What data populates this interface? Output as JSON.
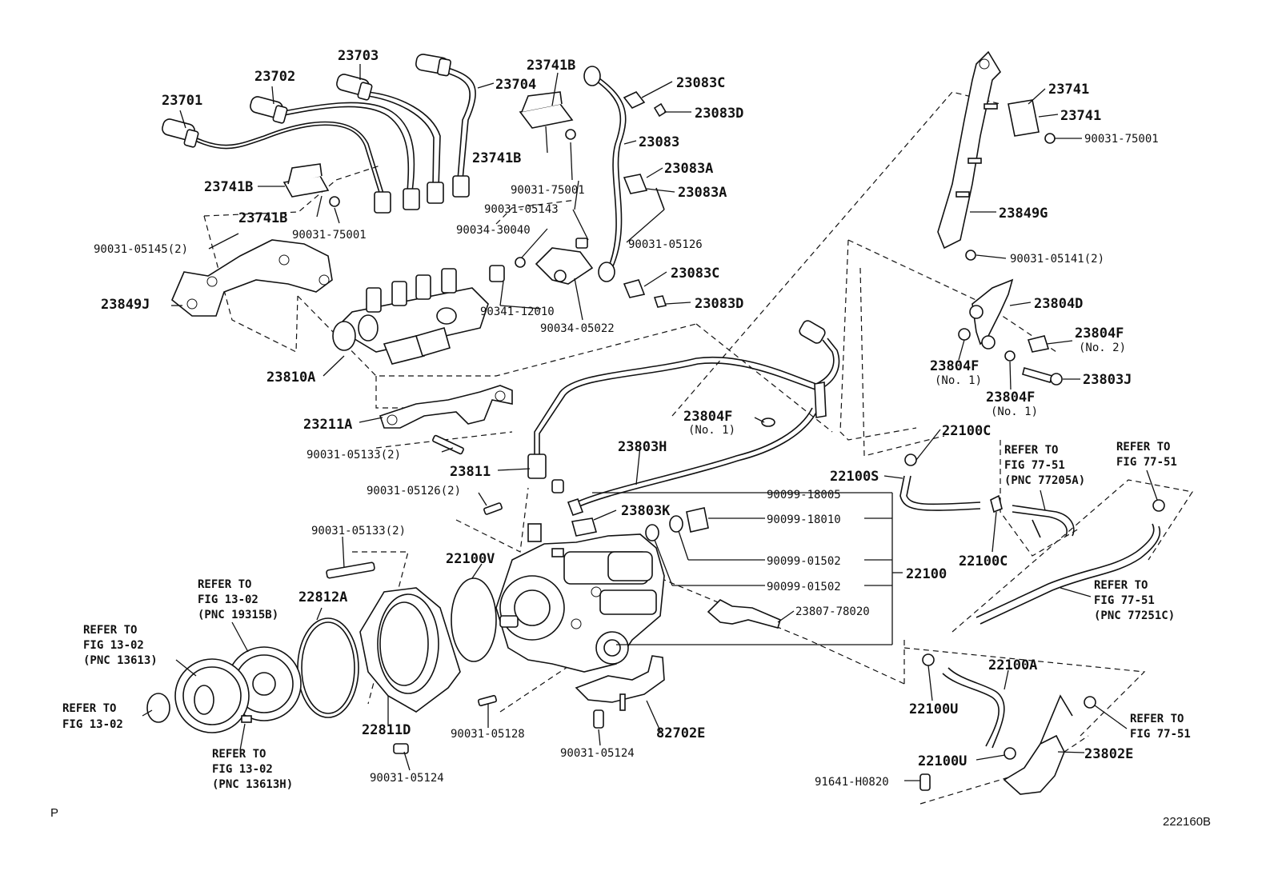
{
  "diagram_code": "222160B",
  "page_marker": "P",
  "labels": {
    "p23701": "23701",
    "p23702": "23702",
    "p23703": "23703",
    "p23704": "23704",
    "p23741B_1": "23741B",
    "p23741B_2": "23741B",
    "p23741B_3": "23741B",
    "p23741B_4": "23741B",
    "p90031_75001_a": "90031-75001",
    "p90031_75001_b": "90031-75001",
    "p90031_75001_c": "90031-75001",
    "p90031_05143": "90031-05143",
    "p90034_30040": "90034-30040",
    "p90341_12010": "90341-12010",
    "p90034_05022": "90034-05022",
    "p90031_05145": "90031-05145(2)",
    "p23849J": "23849J",
    "p23810A": "23810A",
    "p23211A": "23211A",
    "p90031_05133_a": "90031-05133(2)",
    "p90031_05133_b": "90031-05133(2)",
    "p23811": "23811",
    "p90031_05126_a": "90031-05126(2)",
    "p90031_05126_b": "90031-05126",
    "p23083C_a": "23083C",
    "p23083C_b": "23083C",
    "p23083D_a": "23083D",
    "p23083D_b": "23083D",
    "p23083": "23083",
    "p23083A_a": "23083A",
    "p23083A_b": "23083A",
    "p23741_a": "23741",
    "p23741_b": "23741",
    "p23849G": "23849G",
    "p90031_05141": "90031-05141(2)",
    "p23804D": "23804D",
    "p23804F_a": "23804F",
    "p23804F_a_sub": "(No. 2)",
    "p23804F_b": "23804F",
    "p23804F_b_sub": "(No. 1)",
    "p23804F_c": "23804F",
    "p23804F_c_sub": "(No. 1)",
    "p23804F_d": "23804F",
    "p23804F_d_sub": "(No. 1)",
    "p23803J": "23803J",
    "p22100C_a": "22100C",
    "p22100C_b": "22100C",
    "p22100S": "22100S",
    "p23803H": "23803H",
    "p23803K": "23803K",
    "p90099_18005": "90099-18005",
    "p90099_18010": "90099-18010",
    "p90099_01502_a": "90099-01502",
    "p90099_01502_b": "90099-01502",
    "p22100": "22100",
    "p23807_78020": "23807-78020",
    "p22100V": "22100V",
    "p22812A": "22812A",
    "p22811D": "22811D",
    "p90031_05128": "90031-05128",
    "p90031_05124_a": "90031-05124",
    "p90031_05124_b": "90031-05124",
    "p82702E": "82702E",
    "p22100A": "22100A",
    "p22100U_a": "22100U",
    "p22100U_b": "22100U",
    "p23802E": "23802E",
    "p91641_H0820": "91641-H0820"
  },
  "references": {
    "r1_l1": "REFER TO",
    "r1_l2": "FIG 77-51",
    "r1_l3": "(PNC 77205A)",
    "r2_l1": "REFER TO",
    "r2_l2": "FIG 77-51",
    "r3_l1": "REFER TO",
    "r3_l2": "FIG 77-51",
    "r3_l3": "(PNC 77251C)",
    "r4_l1": "REFER TO",
    "r4_l2": "FIG 77-51",
    "r5_l1": "REFER TO",
    "r5_l2": "FIG 13-02",
    "r5_l3": "(PNC 19315B)",
    "r6_l1": "REFER TO",
    "r6_l2": "FIG 13-02",
    "r6_l3": "(PNC 13613)",
    "r7_l1": "REFER TO",
    "r7_l2": "FIG 13-02",
    "r8_l1": "REFER TO",
    "r8_l2": "FIG 13-02",
    "r8_l3": "(PNC 13613H)"
  }
}
